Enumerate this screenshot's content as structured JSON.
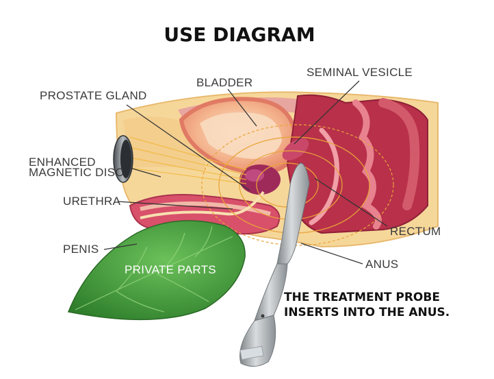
{
  "title": "USE DIAGRAM",
  "labels": {
    "bladder": "BLADDER",
    "seminal_vesicle": "SEMINAL VESICLE",
    "prostate_gland": "PROSTATE GLAND",
    "enhanced_magnetic_disc_line1": "ENHANCED",
    "enhanced_magnetic_disc_line2": "MAGNETIC DISC",
    "urethra": "URETHRA",
    "penis": "PENIS",
    "private_parts": "PRIVATE PARTS",
    "rectum": "RECTUM",
    "anus": "ANUS"
  },
  "caption": {
    "line1": "THE TREATMENT PROBE",
    "line2": "INSERTS INTO THE ANUS."
  },
  "colors": {
    "tissue_red": "#b8304a",
    "bladder_orange": "#f2a27a",
    "fat_yellow": "#f6d79a",
    "leaf_green": "#3f9a3a",
    "probe_gray": "#a9aeb2",
    "leader_line": "#333333"
  }
}
